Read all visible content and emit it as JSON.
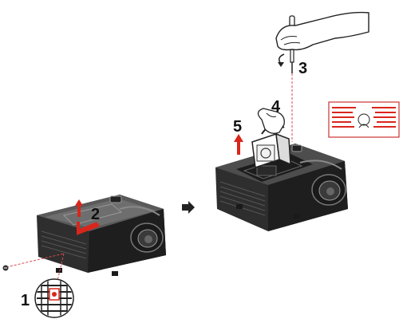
{
  "steps": [
    {
      "number": "1"
    },
    {
      "number": "2"
    },
    {
      "number": "3"
    },
    {
      "number": "4"
    },
    {
      "number": "5"
    }
  ],
  "colors": {
    "arrow_red": "#d9261c",
    "body_dark": "#2b2b2b",
    "body_mid": "#4a4a4a",
    "guide_line": "#d94c4c",
    "flow_arrow": "#222222"
  },
  "icons": [
    "screwdriver-icon",
    "hand-icon",
    "rotate-icon",
    "flow-arrow-icon",
    "warning-label-icon",
    "lamp-module-icon"
  ]
}
